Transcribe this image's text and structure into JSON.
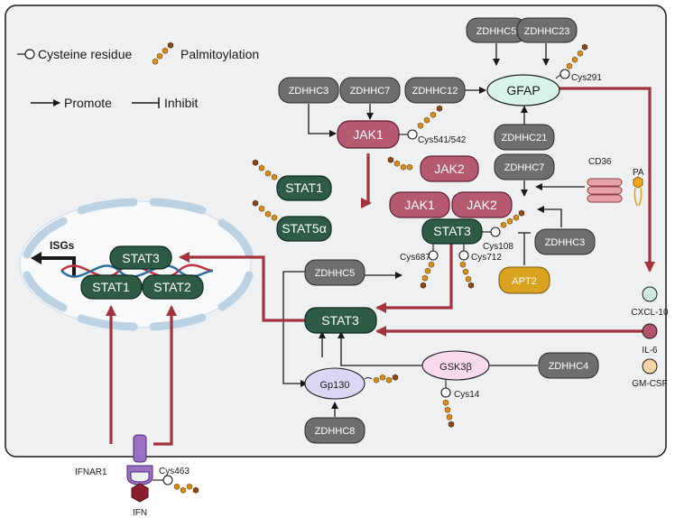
{
  "legend": {
    "cysteine": "Cysteine residue",
    "palmitoylation": "Palmitoylation",
    "promote": "Promote",
    "inhibit": "Inhibit"
  },
  "enzymes": {
    "zdhhc5_top": "ZDHHC5",
    "zdhhc23": "ZDHHC23",
    "zdhhc3_a": "ZDHHC3",
    "zdhhc7_a": "ZDHHC7",
    "zdhhc12": "ZDHHC12",
    "zdhhc21": "ZDHHC21",
    "zdhhc7_b": "ZDHHC7",
    "zdhhc3_b": "ZDHHC3",
    "zdhhc5_mid": "ZDHHC5",
    "zdhhc4": "ZDHHC4",
    "zdhhc8": "ZDHHC8",
    "apt2": "APT2"
  },
  "proteins": {
    "gfap": "GFAP",
    "jak1_top": "JAK1",
    "jak2_single": "JAK2",
    "jak1_pair": "JAK1",
    "jak2_pair": "JAK2",
    "stat1_free": "STAT1",
    "stat5a": "STAT5α",
    "stat3_complex": "STAT3",
    "stat3_center": "STAT3",
    "stat3_nuclear": "STAT3",
    "stat1_nuclear": "STAT1",
    "stat2_nuclear": "STAT2",
    "gsk3b": "GSK3β",
    "gp130": "Gp130"
  },
  "sites": {
    "cys291": "Cys291",
    "cys541": "Cys541/542",
    "cys108": "Cys108",
    "cys687": "Cys687",
    "cys712": "Cys712",
    "cys14": "Cys14",
    "cys463": "Cys463"
  },
  "receptors": {
    "cd36": "CD36",
    "pa": "PA",
    "ifnar1": "IFNAR1",
    "ifn": "IFN"
  },
  "cytokines": {
    "cxcl10": "CXCL-10",
    "il6": "IL-6",
    "gmcsf": "GM-CSF"
  },
  "nucleus": {
    "isgs": "ISGs"
  },
  "colors": {
    "enzyme": "#6e6e6e",
    "stat": "#2e5b45",
    "jak": "#b65a72",
    "gfap": "#d9f2ea",
    "gp130": "#dcd6f5",
    "gsk3b": "#f8d9ee",
    "apt2": "#d9a21f",
    "red_arrow": "#a3333d",
    "palm": "#d98e1a",
    "cxcl10": "#cfe9e3",
    "il6": "#b5536a",
    "gmcsf": "#f3d2a4"
  }
}
